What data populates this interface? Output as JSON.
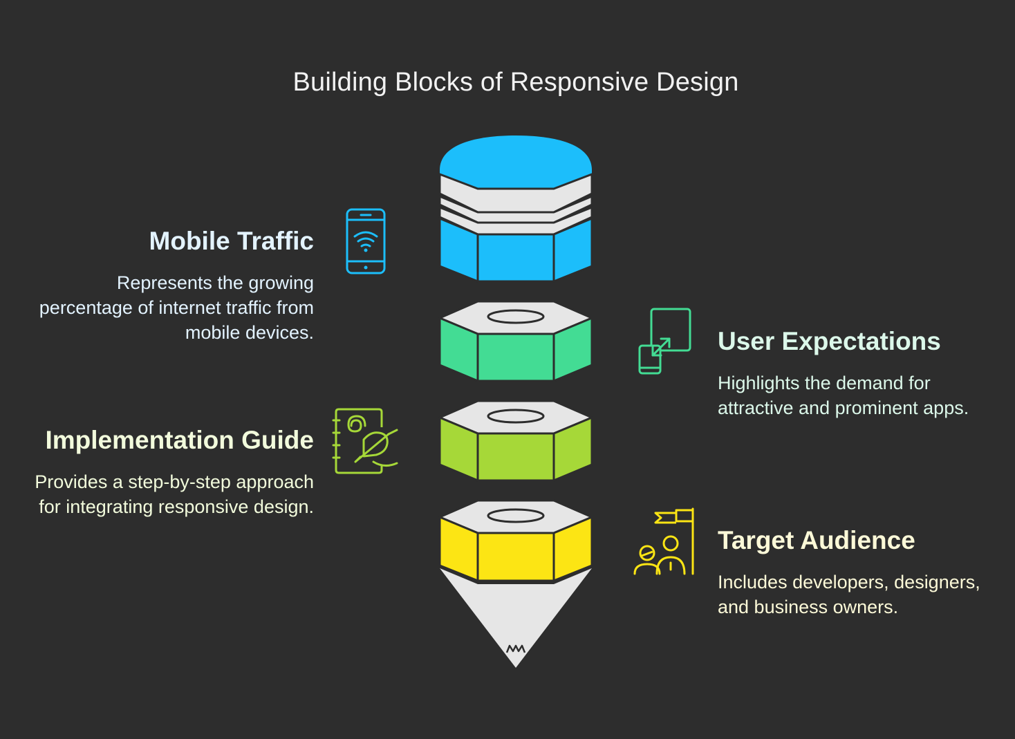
{
  "title": "Building Blocks of Responsive Design",
  "colors": {
    "background": "#2d2d2d",
    "mobile": "#1cbefb",
    "user": "#43dc94",
    "implementation": "#a6d838",
    "target": "#fce514",
    "light_face": "#e6e6e6",
    "outline": "#2d2d2d"
  },
  "items": {
    "mobile_traffic": {
      "heading": "Mobile Traffic",
      "description": "Represents the growing percentage of internet traffic from mobile devices.",
      "icon": "smartphone-wifi-icon"
    },
    "user_expectations": {
      "heading": "User Expectations",
      "description": "Highlights the demand for attractive and prominent apps.",
      "icon": "screen-resize-icon"
    },
    "implementation_guide": {
      "heading": "Implementation Guide",
      "description": "Provides a step-by-step approach for integrating responsive design.",
      "icon": "notebook-pen-icon"
    },
    "target_audience": {
      "heading": "Target Audience",
      "description": "Includes developers, designers, and business owners.",
      "icon": "people-flag-icon"
    }
  }
}
